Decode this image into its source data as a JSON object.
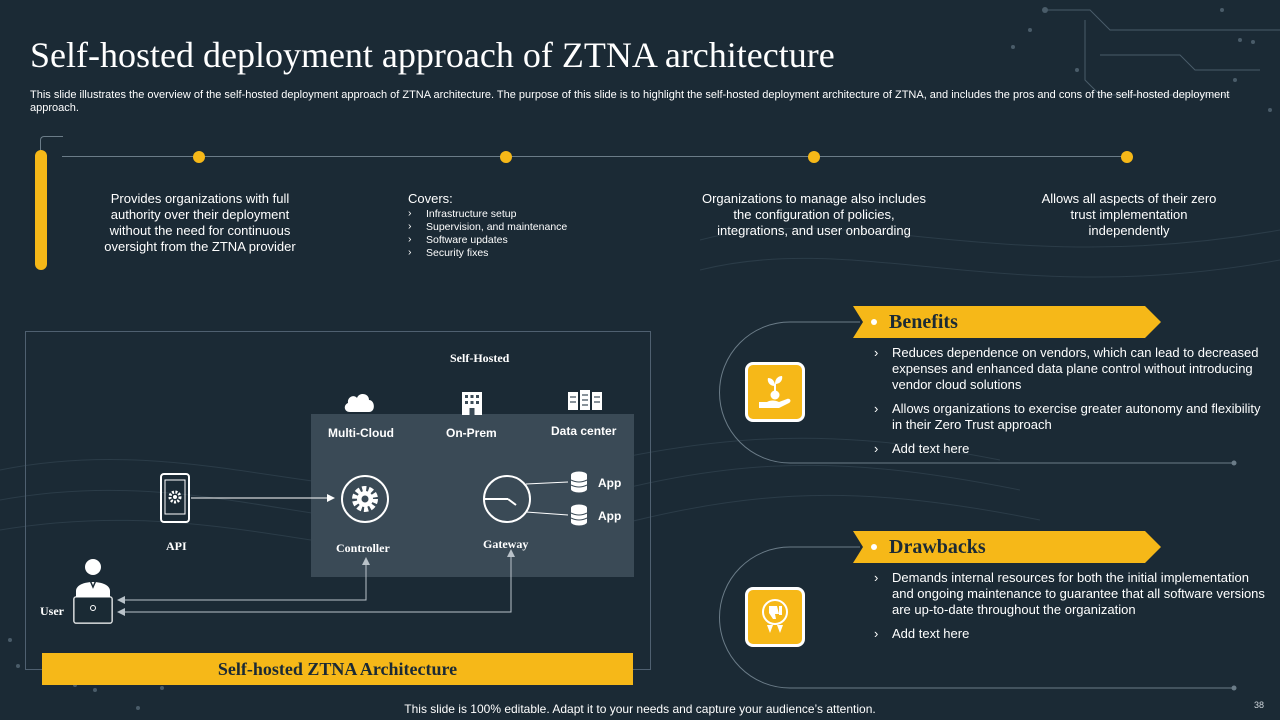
{
  "slide": {
    "title": "Self-hosted deployment approach of ZTNA architecture",
    "subtitle": "This slide illustrates the overview of the self-hosted deployment approach of ZTNA architecture. The purpose of this slide is to highlight the self-hosted deployment architecture of ZTNA, and includes the pros and cons of the self-hosted deployment approach.",
    "footer": "This slide is 100% editable. Adapt it to your needs and capture your audience’s attention.",
    "page_number": "38"
  },
  "timeline": {
    "item1": "Provides organizations with full authority over their deployment without the need for continuous oversight from the ZTNA provider",
    "item2_heading": "Covers:",
    "item2_points": [
      "Infrastructure setup",
      "Supervision, and maintenance",
      "Software updates",
      "Security fixes"
    ],
    "item3": "Organizations to manage also includes the configuration of policies, integrations, and user onboarding",
    "item4": "Allows all aspects of their zero trust implementation independently"
  },
  "architecture": {
    "self_hosted_label": "Self-Hosted",
    "multi_cloud": "Multi-Cloud",
    "on_prem": "On-Prem",
    "data_center": "Data center",
    "api": "API",
    "controller": "Controller",
    "gateway": "Gateway",
    "app1": "App",
    "app2": "App",
    "user": "User",
    "banner": "Self-hosted ZTNA Architecture"
  },
  "benefits": {
    "heading": "Benefits",
    "points": [
      "Reduces dependence on vendors, which can lead to decreased expenses and enhanced data plane control without introducing vendor cloud solutions",
      "Allows organizations to exercise greater autonomy and flexibility in their Zero Trust approach",
      "Add text here"
    ]
  },
  "drawbacks": {
    "heading": "Drawbacks",
    "points": [
      "Demands internal resources for both the initial implementation and ongoing maintenance to guarantee that all software versions are up-to-date throughout the organization",
      "Add text here"
    ]
  },
  "colors": {
    "background": "#1b2a35",
    "accent": "#f6b818",
    "panel": "#3a4a56"
  },
  "icons": [
    "money-plant-icon",
    "thumbs-down-icon",
    "cloud-icon",
    "building-icon",
    "data-center-icon",
    "gear-icon",
    "gauge-icon",
    "database-icon",
    "user-laptop-icon",
    "smartphone-gear-icon"
  ]
}
